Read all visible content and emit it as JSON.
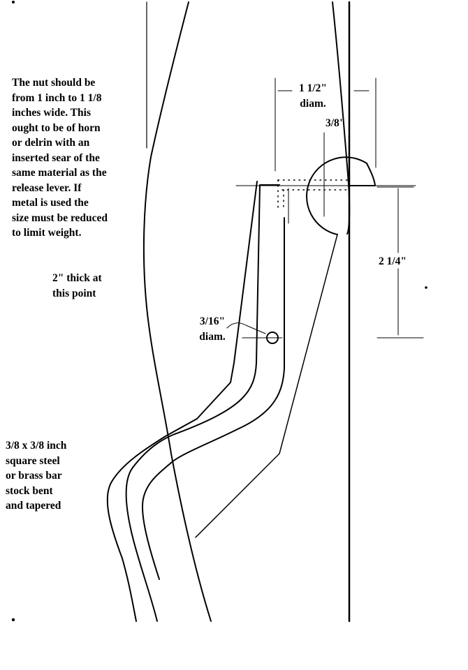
{
  "notes": {
    "nut": "The nut should be\nfrom 1 inch to 1 1/8\ninches wide.  This\nought to be of horn\nor delrin with an\ninserted sear of the\nsame material as the\nrelease lever.  If\nmetal is used the\nsize must be reduced\nto limit weight.",
    "thickness": "2\" thick at\nthis point",
    "bar_stock": "3/8 x 3/8 inch\nsquare steel\nor brass bar\nstock bent\nand tapered"
  },
  "dimensions": {
    "nut_diameter": "1 1/2\"\ndiam.",
    "sear_width": "3/8\"",
    "pin_diameter": "3/16\"\ndiam.",
    "drop_length": "2 1/4\""
  }
}
